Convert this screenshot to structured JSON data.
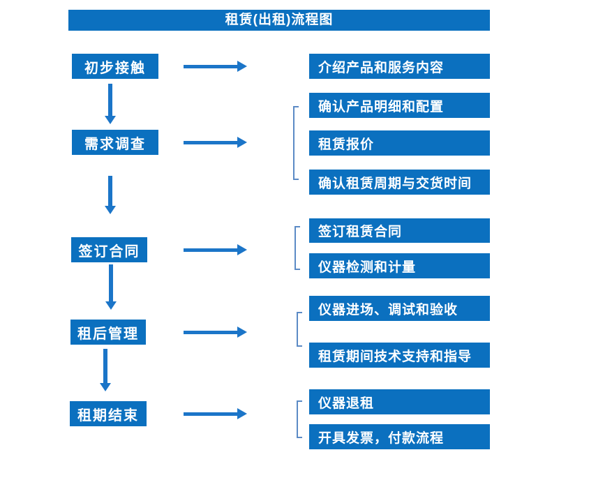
{
  "title": "租赁(出租)流程图",
  "colors": {
    "box_blue": "#0b70bf",
    "arrow_blue": "#1b75c8",
    "bracket_blue": "#5b8ac5",
    "text": "#ffffff",
    "background": "#ffffff"
  },
  "stages": [
    {
      "label": "初步接触",
      "children": [
        "介绍产品和服务内容"
      ]
    },
    {
      "label": "需求调查",
      "children": [
        "确认产品明细和配置",
        "租赁报价",
        "确认租赁周期与交货时间"
      ]
    },
    {
      "label": "签订合同",
      "children": [
        "签订租赁合同",
        "仪器检测和计量"
      ]
    },
    {
      "label": "租后管理",
      "children": [
        "仪器进场、调试和验收",
        "租赁期间技术支持和指导"
      ]
    },
    {
      "label": "租期结束",
      "children": [
        "仪器退租",
        "开具发票，付款流程"
      ]
    }
  ]
}
